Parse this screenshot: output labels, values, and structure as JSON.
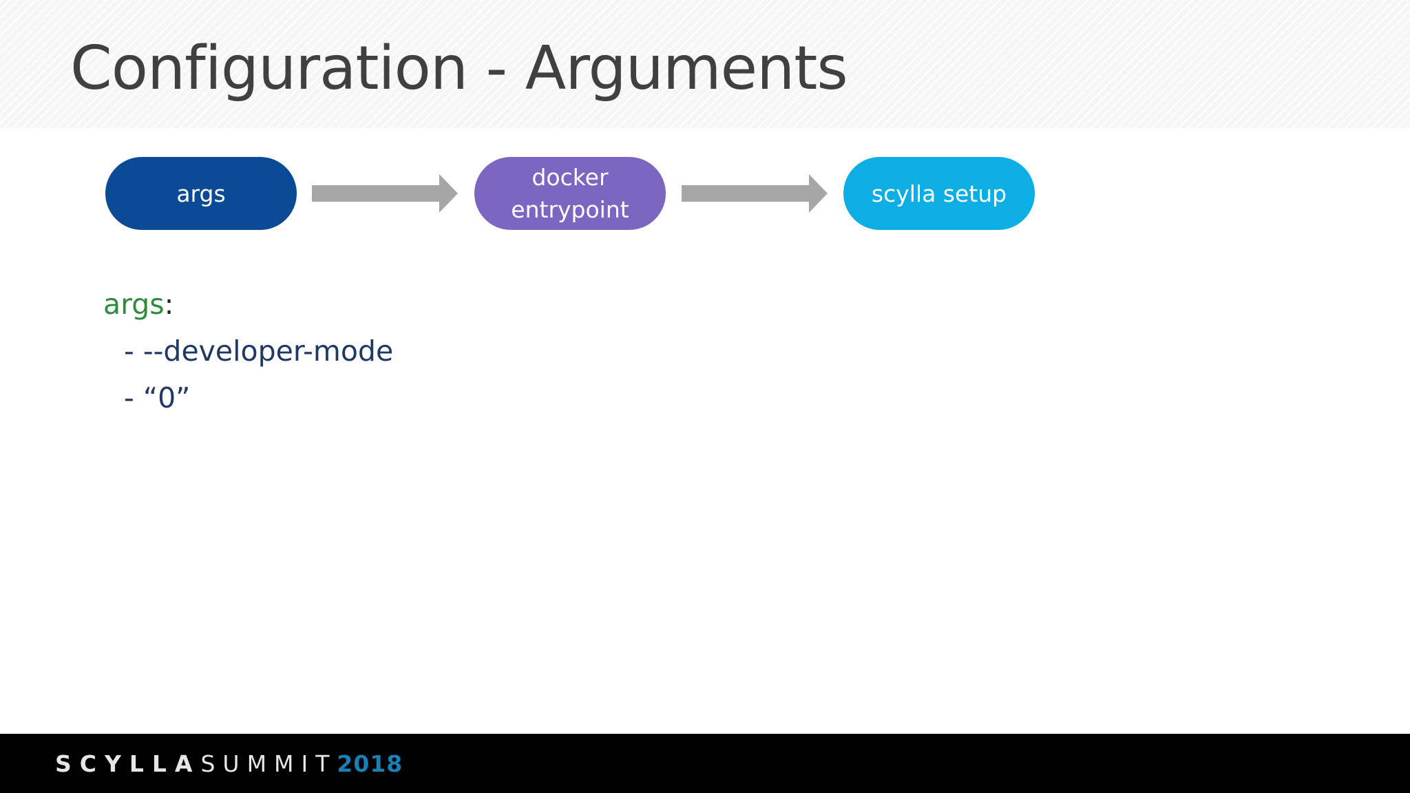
{
  "slide": {
    "title": "Configuration - Arguments"
  },
  "flow": {
    "steps": [
      {
        "label": "args",
        "color": "#0b4a94"
      },
      {
        "label": "docker\nentrypoint",
        "color": "#7d65c2"
      },
      {
        "label": "scylla setup",
        "color": "#0daee3"
      }
    ],
    "arrow_color": "#a6a6a6"
  },
  "code": {
    "key": "args",
    "colon": ":",
    "items": [
      "- --developer-mode",
      "- “0”"
    ],
    "key_color": "#2e8b3e",
    "item_color": "#1f3864"
  },
  "footer": {
    "logo_part1": "SCYLLA",
    "logo_part2": "SUMMIT",
    "logo_year": "2018"
  }
}
